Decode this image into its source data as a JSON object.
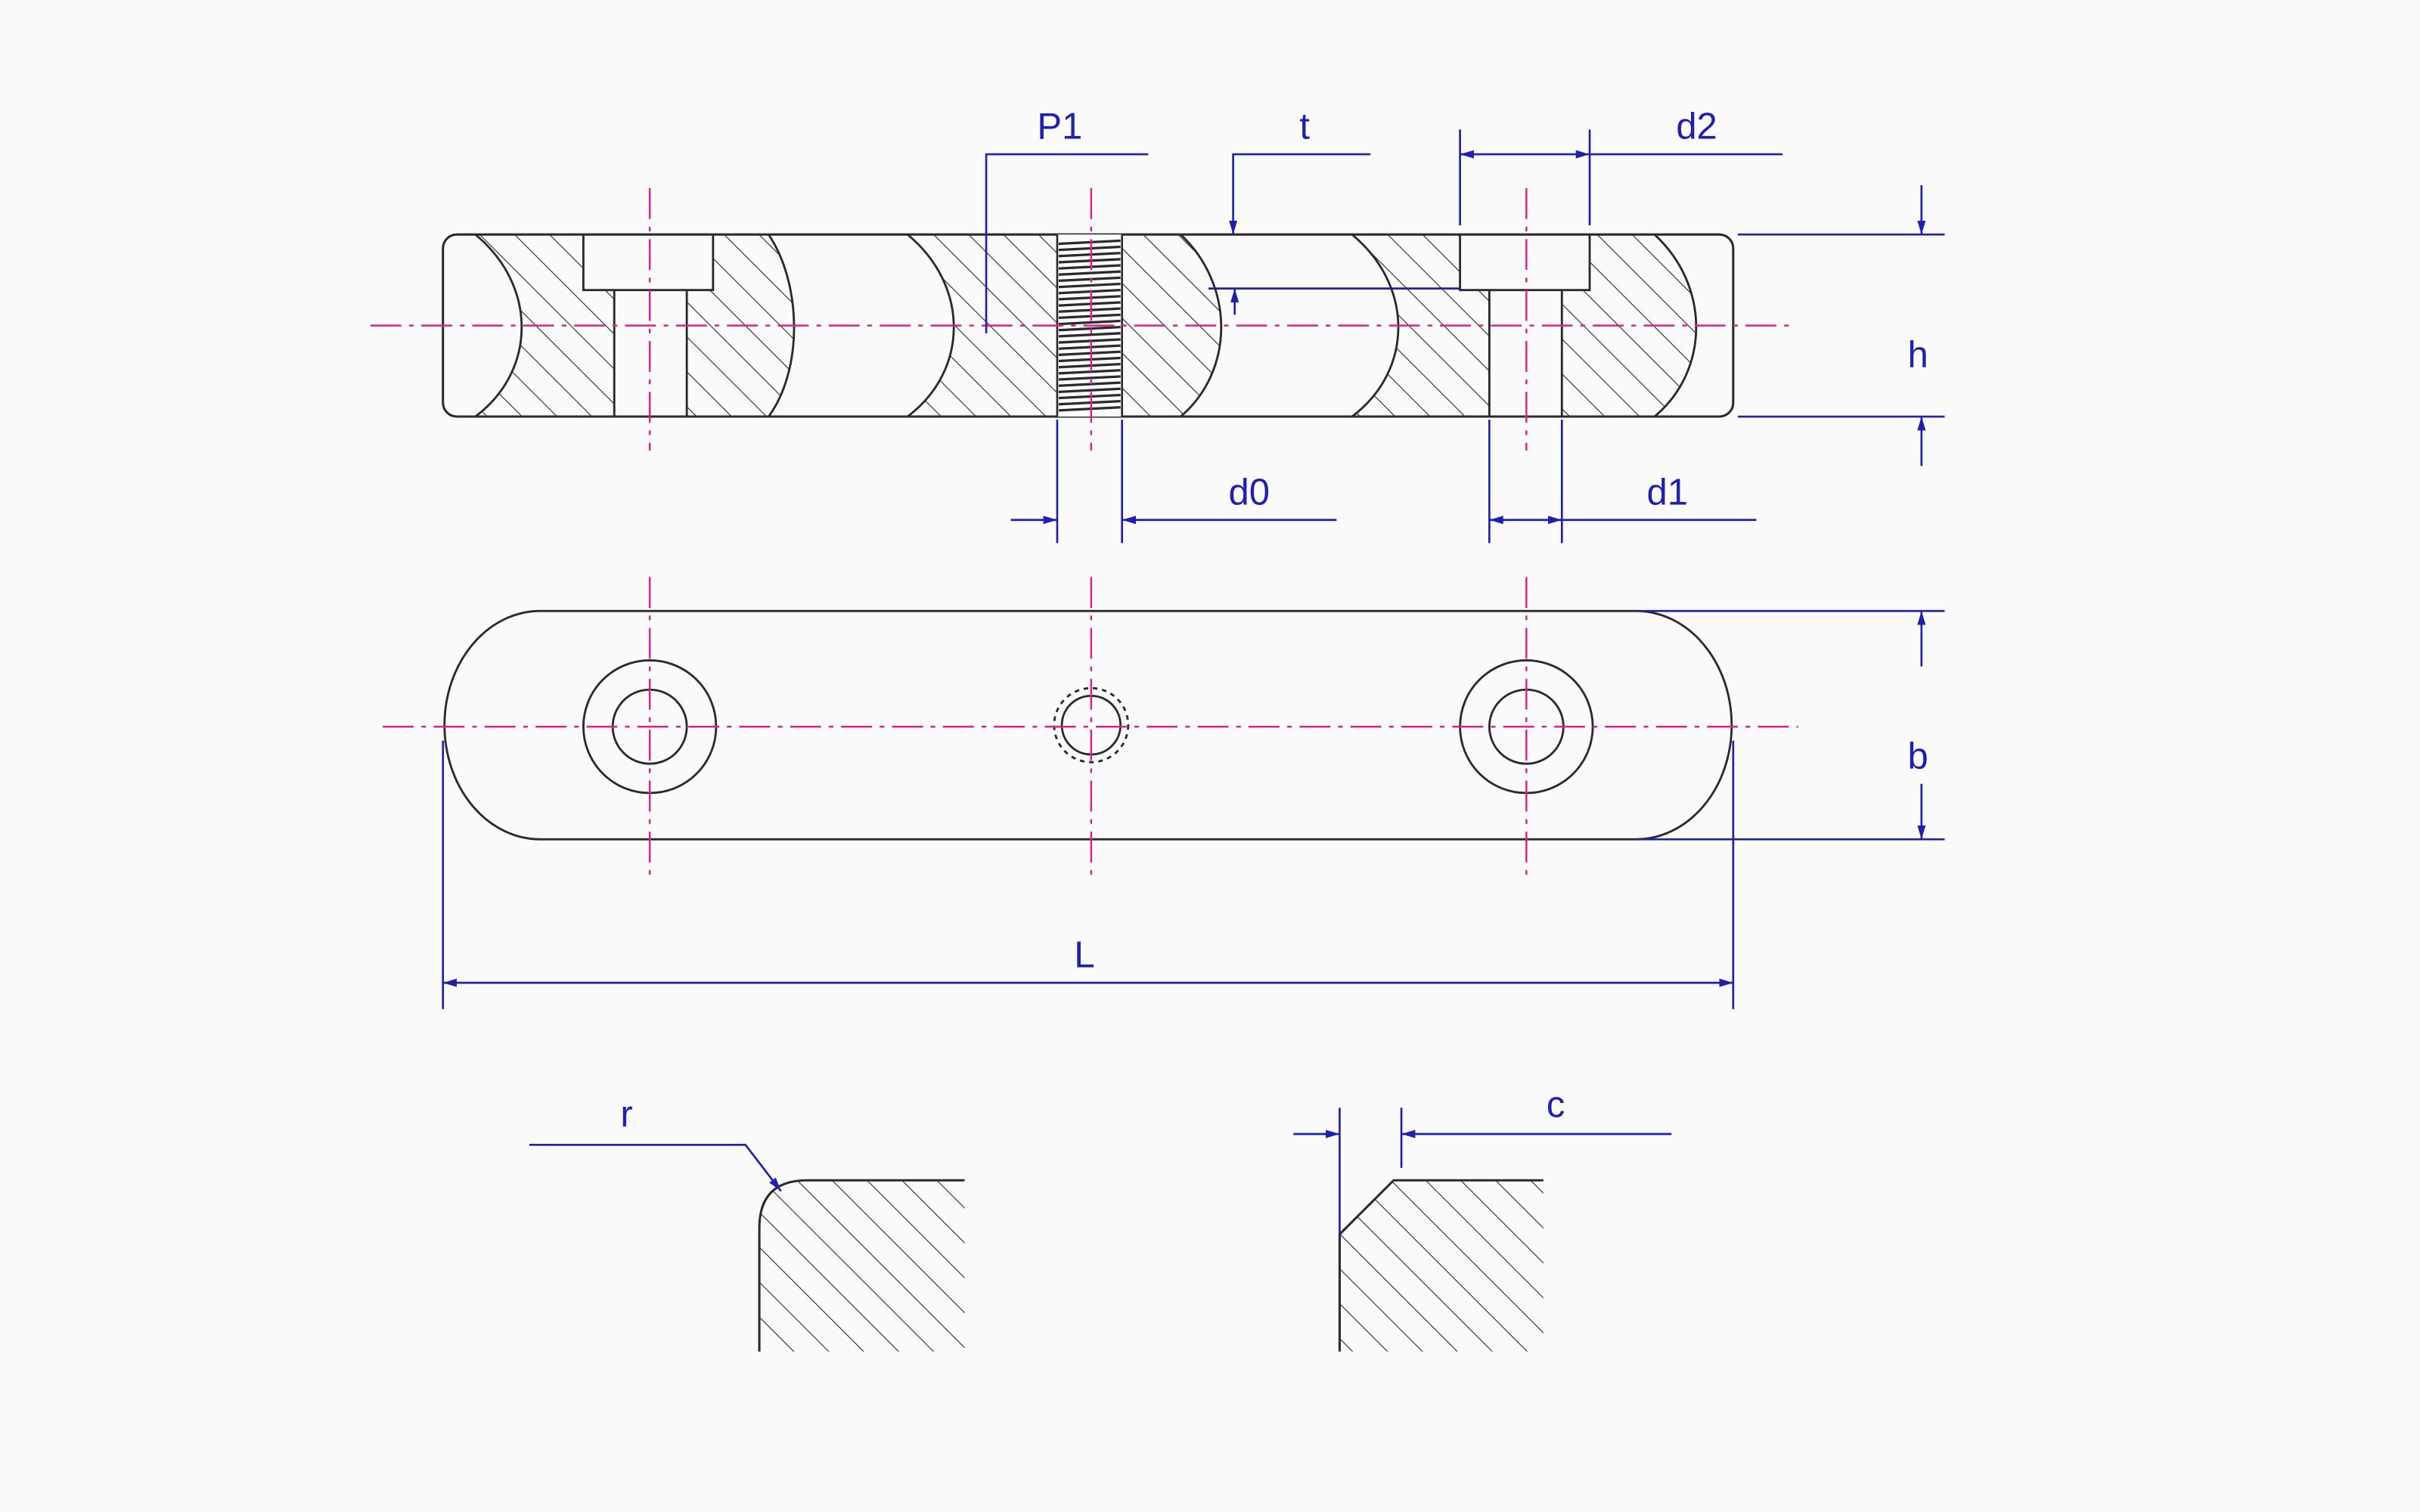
{
  "colors": {
    "background": "#fafafa",
    "outline": "#2b2b2b",
    "dimension": "#1f1fb0",
    "centerline": "#e0208a"
  },
  "labels": {
    "p1": "P1",
    "t": "t",
    "d2": "d2",
    "h": "h",
    "d0": "d0",
    "d1": "d1",
    "b": "b",
    "L": "L",
    "r": "r",
    "c": "c"
  }
}
